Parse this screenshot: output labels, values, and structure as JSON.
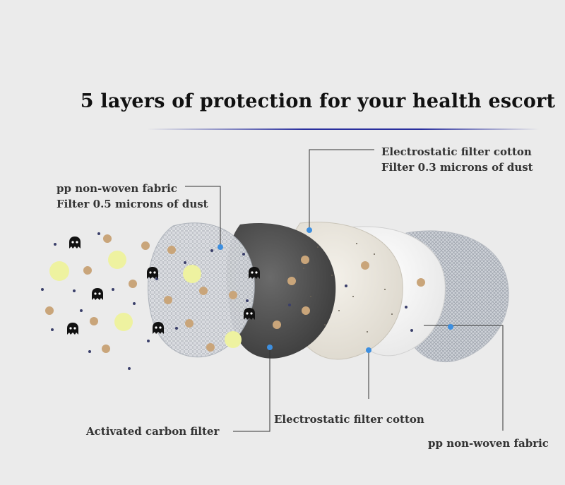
{
  "title": "5 layers of protection for your health escort",
  "labels": {
    "top_left_line1": "pp non-woven fabric",
    "top_left_line2": "Filter 0.5 microns of dust",
    "top_right_line1": "Electrostatic filter cotton",
    "top_right_line2": "Filter 0.3 microns of dust",
    "bottom_left": "Activated carbon filter",
    "bottom_middle": "Electrostatic filter cotton",
    "bottom_right": "pp non-woven fabric"
  },
  "colors": {
    "accent_dot": "#3d8fe0",
    "particle_tan": "#c9a57a",
    "particle_yellow": "#eef2a0",
    "underline": "#2a2f9e"
  },
  "icons": [
    "germ-icon"
  ]
}
